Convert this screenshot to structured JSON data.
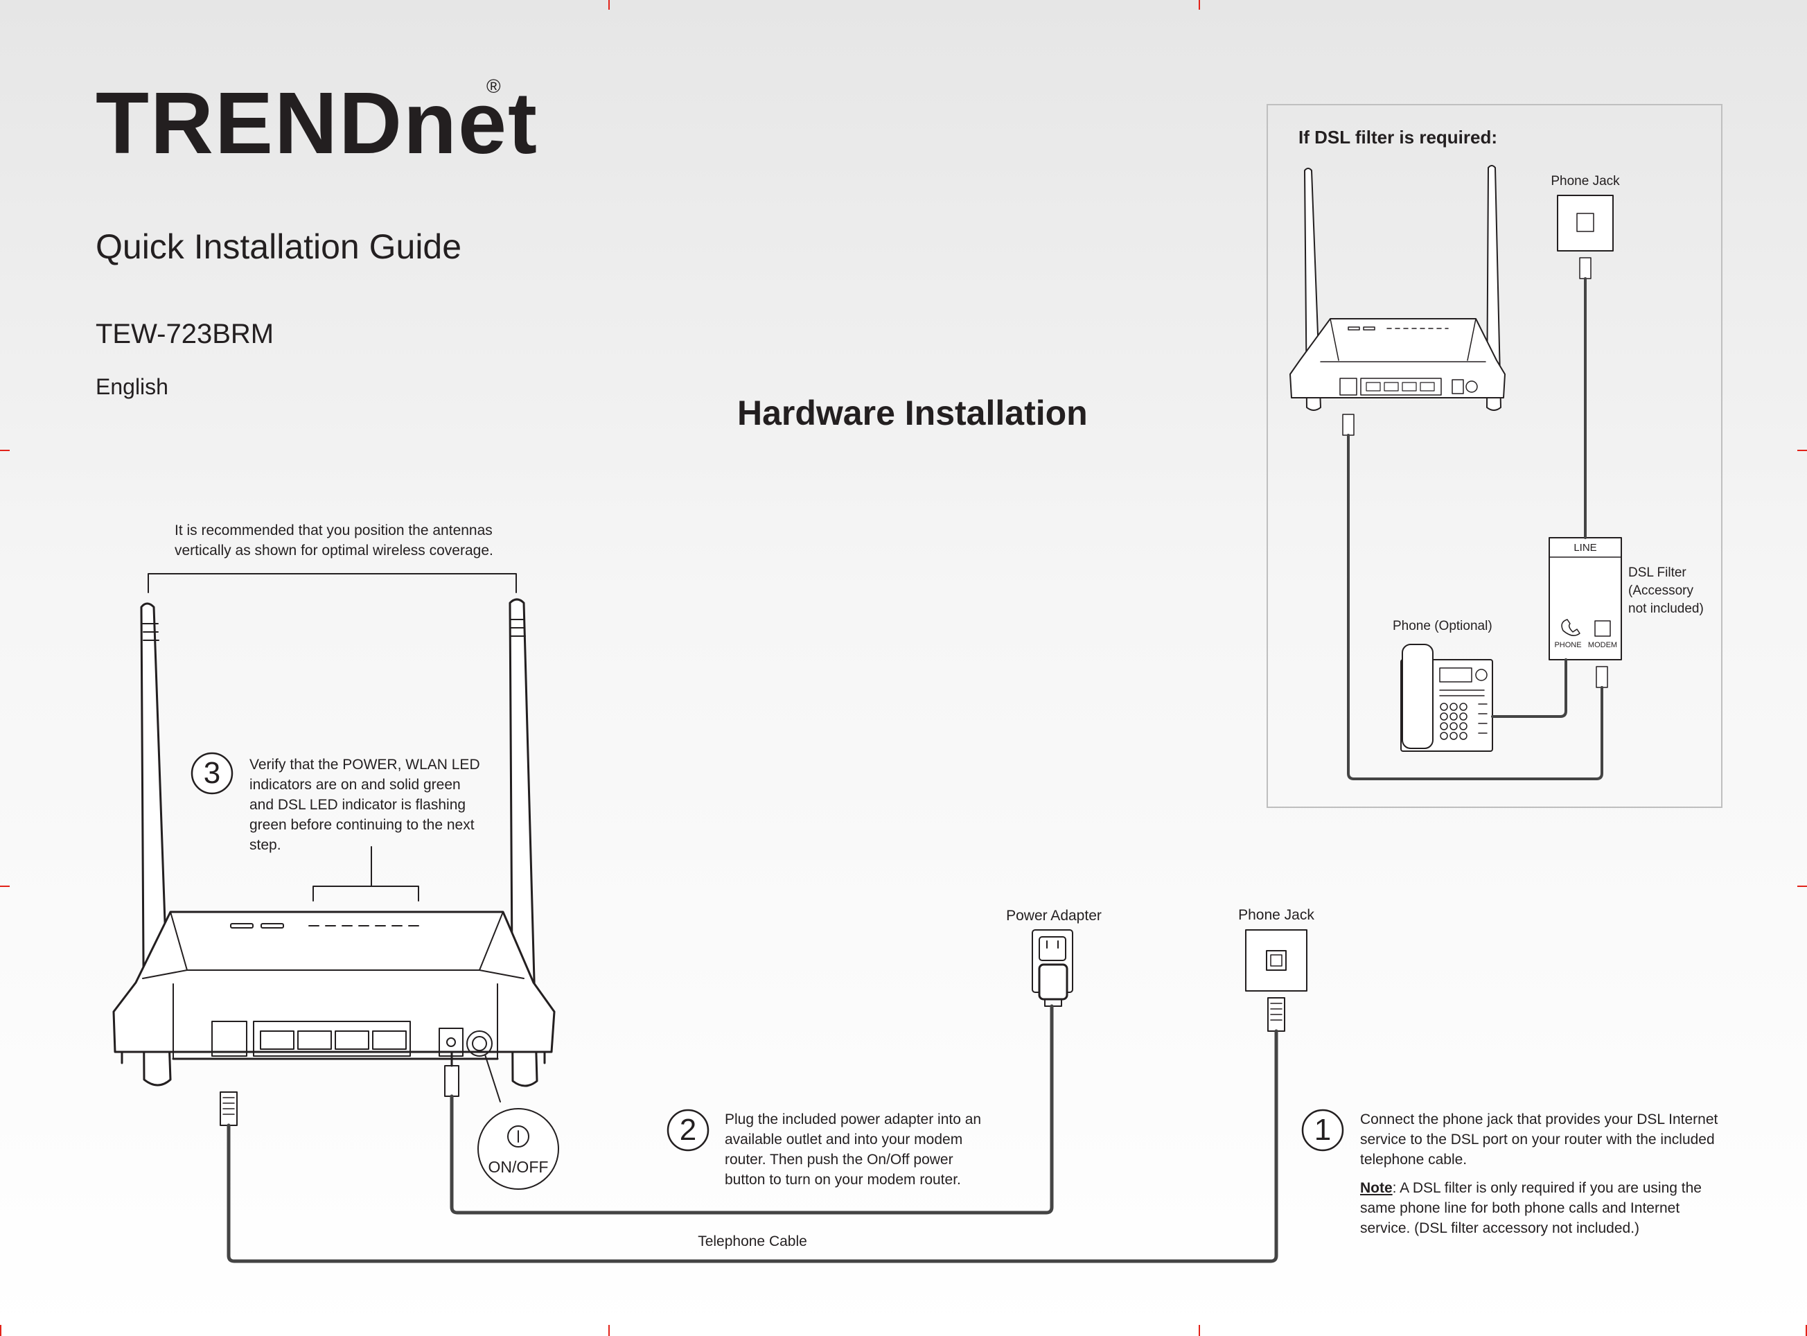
{
  "header": {
    "brand": "TRENDnet",
    "registered": "®",
    "title": "Quick Installation Guide",
    "model": "TEW-723BRM",
    "language": "English"
  },
  "main": {
    "section_title": "Hardware Installation",
    "antenna_note": "It is recommended that you position the antennas vertically as shown for optimal wireless coverage.",
    "power_adapter_label": "Power Adapter",
    "phone_jack_label": "Phone Jack",
    "telephone_cable_label": "Telephone Cable",
    "on_off_label": "ON/OFF",
    "steps": [
      {
        "number": "1",
        "text": "Connect the phone jack that provides your DSL Internet service to the DSL port on your router with the included telephone cable."
      },
      {
        "number": "2",
        "text": "Plug the included power adapter into an available outlet and into your modem router. Then push the On/Off power button to turn on your modem router."
      },
      {
        "number": "3",
        "text": "Verify that the POWER, WLAN LED indicators are on and solid green and DSL LED indicator is flashing green before continuing to the next step."
      }
    ],
    "note_label": "Note",
    "note_text": ": A DSL filter is only required if you are using the same phone line for both phone calls and Internet service. (DSL filter accessory not included.)"
  },
  "dsl_box": {
    "title": "If DSL filter is required:",
    "phone_jack_label": "Phone Jack",
    "phone_label": "Phone (Optional)",
    "filter_label": "DSL Filter (Accessory not included)",
    "filter_line": "LINE",
    "filter_phone": "PHONE",
    "filter_modem": "MODEM"
  },
  "colors": {
    "text": "#231f20",
    "crop_marks": "#e2231a",
    "cable": "#444444",
    "box_border": "#bfbfbf"
  }
}
